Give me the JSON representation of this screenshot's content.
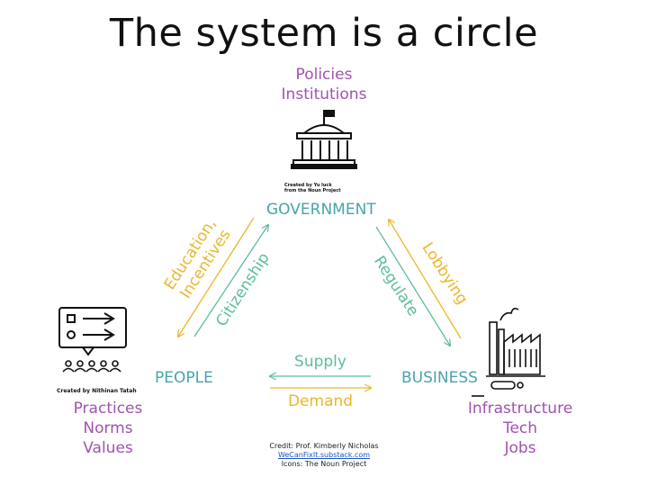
{
  "title": "The system is a circle",
  "government": {
    "attributes": [
      "Policies",
      "Institutions"
    ],
    "label": "GOVERNMENT",
    "icon": "government-building-icon",
    "icon_credit": [
      "Created by Yu luck",
      "from the Noun Project"
    ]
  },
  "people": {
    "label": "PEOPLE",
    "icon": "people-presentation-icon",
    "icon_credit": "Created by Nithinan Tatah",
    "attributes": [
      "Practices",
      "Norms",
      "Values"
    ]
  },
  "business": {
    "label": "BUSINESS",
    "icon": "factory-icon",
    "attributes": [
      "Infrastructure",
      "Tech",
      "Jobs"
    ]
  },
  "flows": {
    "education_incentives": [
      "Education,",
      "Incentives"
    ],
    "citizenship": "Citizenship",
    "regulate": "Regulate",
    "lobbying": "Lobbying",
    "supply": "Supply",
    "demand": "Demand"
  },
  "footer": {
    "credit": "Credit: Prof. Kimberly Nicholas",
    "link": "WeCanFixIt.substack.com",
    "icons": "Icons: The Noun Project"
  },
  "colors": {
    "purple": "#a052b0",
    "teal": "#4aa3aa",
    "yellow": "#eab72a",
    "green": "#5bbf96"
  }
}
